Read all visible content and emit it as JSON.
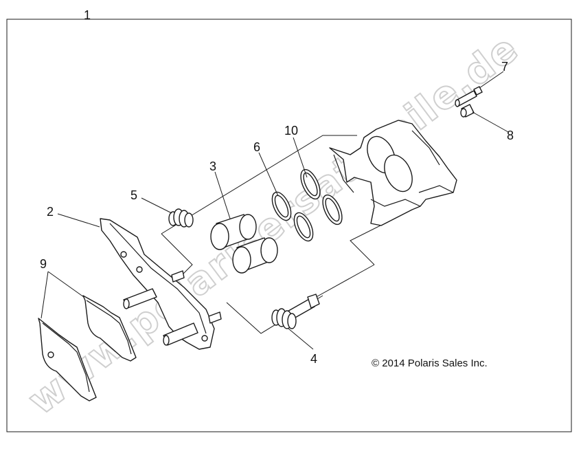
{
  "diagram": {
    "callouts": {
      "c1": "1",
      "c2": "2",
      "c3": "3",
      "c4": "4",
      "c5": "5",
      "c6": "6",
      "c7": "7",
      "c8": "8",
      "c9": "9",
      "c10": "10"
    },
    "copyright": "© 2014 Polaris Sales Inc.",
    "watermark": "www.polarisersatzteile.de"
  }
}
